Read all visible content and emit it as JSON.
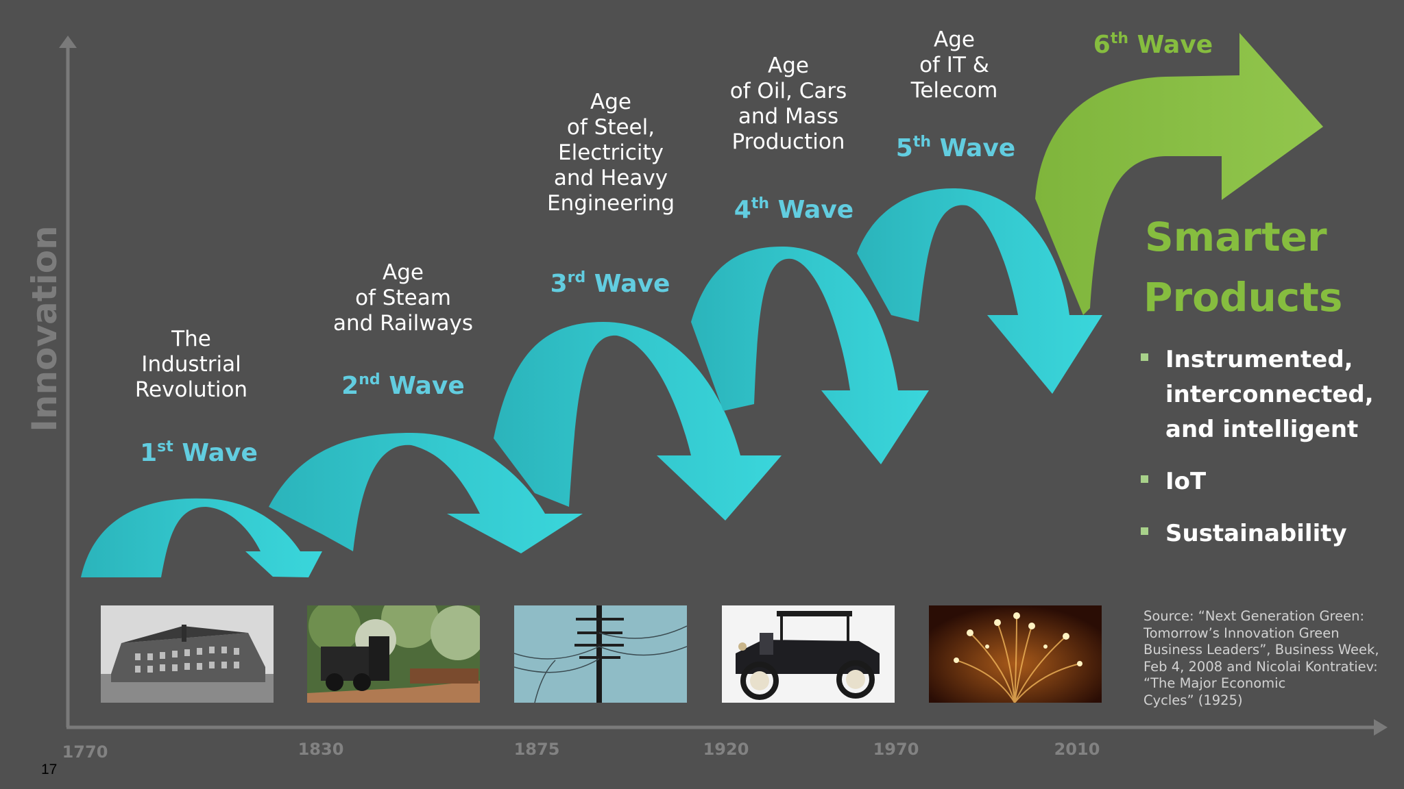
{
  "axis": {
    "y_label": "Innovation"
  },
  "years": [
    "1770",
    "1830",
    "1875",
    "1920",
    "1970",
    "2010"
  ],
  "waves": [
    {
      "num": "1",
      "suffix": "st",
      "word": "Wave",
      "era": "The\nIndustrial\nRevolution"
    },
    {
      "num": "2",
      "suffix": "nd",
      "word": "Wave",
      "era": "Age\nof Steam\nand Railways"
    },
    {
      "num": "3",
      "suffix": "rd",
      "word": "Wave",
      "era": "Age\nof Steel,\nElectricity\nand Heavy\nEngineering"
    },
    {
      "num": "4",
      "suffix": "th",
      "word": "Wave",
      "era": "Age\nof Oil, Cars\nand Mass\nProduction"
    },
    {
      "num": "5",
      "suffix": "th",
      "word": "Wave",
      "era": "Age\nof IT &\nTelecom"
    },
    {
      "num": "6",
      "suffix": "th",
      "word": "Wave"
    }
  ],
  "smarter": {
    "line1": "Smarter",
    "line2": "Products",
    "bullets": [
      "Instrumented, interconnected, and intelligent",
      "IoT",
      "Sustainability"
    ]
  },
  "source": "Source:  “Next Generation Green:\nTomorrow’s Innovation Green\nBusiness Leaders”, Business Week,\nFeb 4, 2008 and Nicolai Kontratiev:\n“The Major Economic\nCycles” (1925)",
  "slide_number": "17",
  "photos": [
    {
      "icon": "factory-photo-icon"
    },
    {
      "icon": "steam-train-photo-icon"
    },
    {
      "icon": "power-pole-photo-icon"
    },
    {
      "icon": "vintage-car-photo-icon"
    },
    {
      "icon": "fiber-optics-photo-icon"
    }
  ],
  "colors": {
    "background": "#505050",
    "teal": "#3ad3d8",
    "green": "#8dc049",
    "axis": "#7a7a7a",
    "wave_label": "#62cde0"
  }
}
